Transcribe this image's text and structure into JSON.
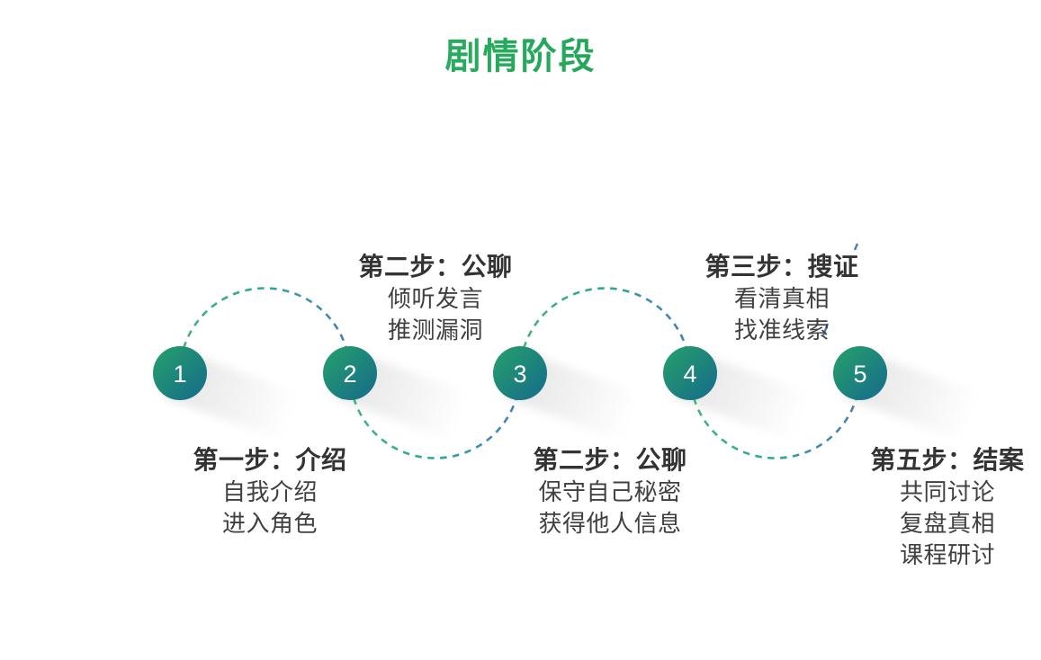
{
  "title": "剧情阶段",
  "colors": {
    "title_green_start": "#3cba6e",
    "title_green_end": "#11984b",
    "circle_green": "#26a169",
    "circle_teal": "#156a8c",
    "arc_green": "#45b478",
    "arc_teal": "#2ea79b",
    "arc_blue": "#4b7cb9",
    "heading_text": "#333333",
    "body_text": "#404040"
  },
  "steps": [
    {
      "number": "1",
      "heading": "第一步：介绍",
      "label_position": "below",
      "lines": [
        "自我介绍",
        "进入角色"
      ]
    },
    {
      "number": "2",
      "heading": "第二步：公聊",
      "label_position": "above",
      "lines": [
        "倾听发言",
        "推测漏洞"
      ]
    },
    {
      "number": "3",
      "heading": "第二步：公聊",
      "label_position": "below",
      "lines": [
        "保守自己秘密",
        "获得他人信息"
      ]
    },
    {
      "number": "4",
      "heading": "第三步：搜证",
      "label_position": "above",
      "lines": [
        "看清真相",
        "找准线索"
      ]
    },
    {
      "number": "5",
      "heading": "第五步：结案",
      "label_position": "below",
      "lines": [
        "共同讨论",
        "复盘真相",
        "课程研讨"
      ]
    }
  ]
}
